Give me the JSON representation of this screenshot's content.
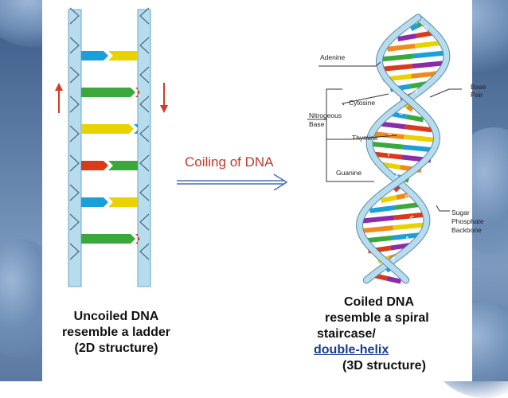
{
  "ladder": {
    "caption_lines": [
      "Uncoiled DNA",
      "resemble a ladder",
      "(2D structure)"
    ]
  },
  "arrow": {
    "label": "Coiling of DNA"
  },
  "helix": {
    "labels": {
      "adenine": "Adenine",
      "cytosine": "Cytosine",
      "nitrogenous_base_1": "Nitrogeous",
      "nitrogenous_base_2": "Base",
      "thymine": "Thymine",
      "guanine": "Guanine",
      "base_pair_1": "Base",
      "base_pair_2": "Pair",
      "backbone_1": "Sugar",
      "backbone_2": "Phosphate",
      "backbone_3": "Backbone"
    },
    "letters": [
      "G",
      "C",
      "A",
      "T",
      "G",
      "C",
      "T",
      "A",
      "G",
      "C",
      "A",
      "T"
    ],
    "caption_lines": [
      "Coiled DNA",
      "resemble a spiral",
      "staircase/"
    ],
    "caption_link": "double-helix",
    "caption_last": "(3D structure)"
  },
  "colors": {
    "adenine": "#e8d200",
    "thymine": "#1aa0d8",
    "guanine": "#3aa83a",
    "cytosine": "#d83a1a",
    "backbone": "#b7dcee",
    "purple": "#8a2ca8",
    "orange": "#f08a1a"
  }
}
